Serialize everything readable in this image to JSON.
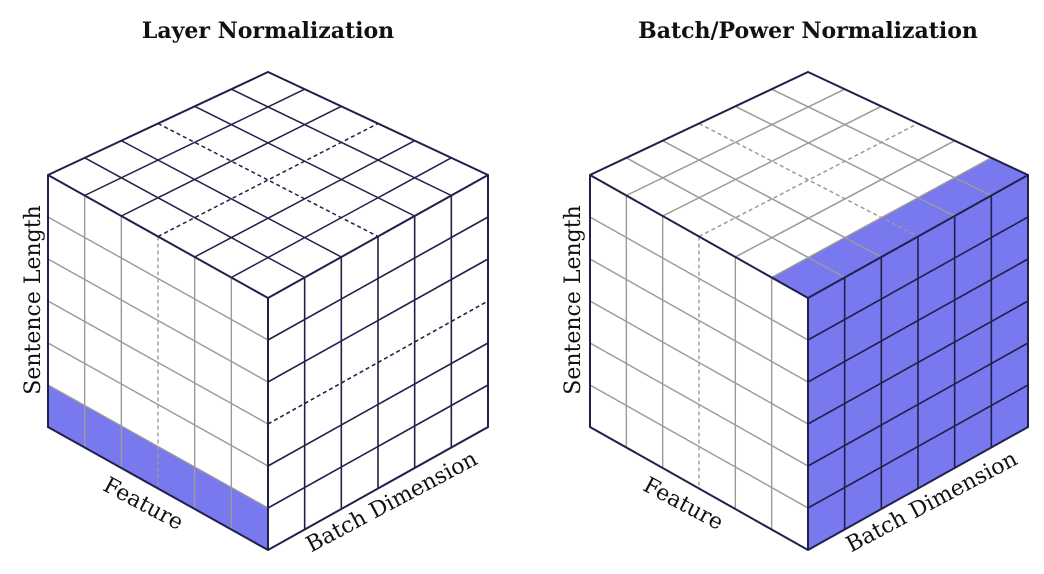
{
  "colors": {
    "highlight": "#7878ef",
    "dark_line": "#20204a",
    "light_line": "#9a9a9a",
    "background": "#ffffff"
  },
  "diagrams": [
    {
      "title": "Layer Normalization",
      "highlight": "front-bottom-row",
      "axis_labels": {
        "vertical": "Sentence Length",
        "left_edge": "Feature",
        "right_edge": "Batch Dimension"
      }
    },
    {
      "title": "Batch/Power Normalization",
      "highlight": "right-face",
      "axis_labels": {
        "vertical": "Sentence Length",
        "left_edge": "Feature",
        "right_edge": "Batch Dimension"
      }
    }
  ]
}
